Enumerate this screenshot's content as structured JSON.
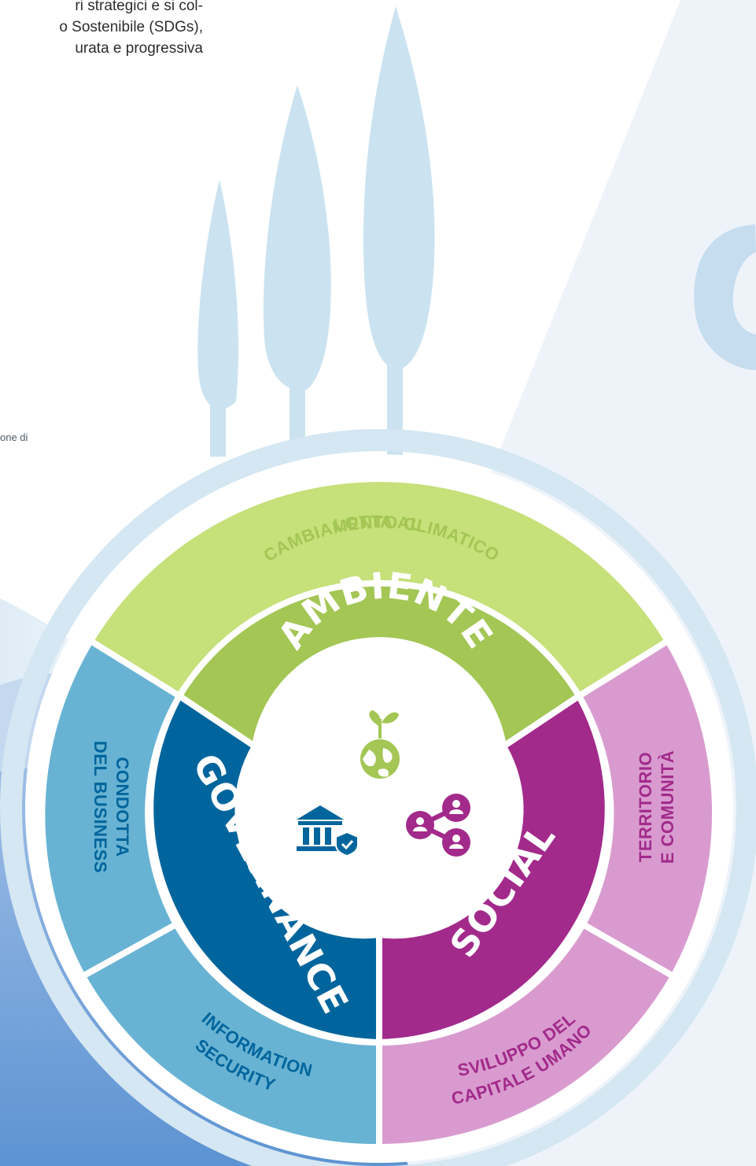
{
  "intro_text": {
    "line1": "ri strategici e si col-",
    "line2": "o Sostenibile (SDGs),",
    "line3": "urata   e   progressiva"
  },
  "note_text": "one di",
  "diagram": {
    "pillars": {
      "ambiente": "AMBIENTE",
      "governance": "GOVERNANCE",
      "social": "SOCIAL"
    },
    "topics": {
      "climate_line1": "LOTTA AL",
      "climate_line2": "CAMBIAMENTO CLIMATICO",
      "business_line1": "CONDOTTA",
      "business_line2": "DEL BUSINESS",
      "infosec_line1": "INFORMATION",
      "infosec_line2": "SECURITY",
      "territory_line1": "TERRITORIO",
      "territory_line2": "E COMUNITÀ",
      "human_line1": "SVILUPPO DEL",
      "human_line2": "CAPITALE UMANO"
    },
    "icons": {
      "ambiente": "earth-sprout-icon",
      "governance": "bank-shield-icon",
      "social": "people-network-icon"
    },
    "colors": {
      "ambiente_dark": "#a3c654",
      "ambiente_light": "#c6e07a",
      "governance_dark": "#00659c",
      "governance_light": "#68b3d3",
      "social_dark": "#a22a8b",
      "social_light": "#d99bcf",
      "tree": "#cbe3f0",
      "ring": "#d4e7f2"
    }
  }
}
